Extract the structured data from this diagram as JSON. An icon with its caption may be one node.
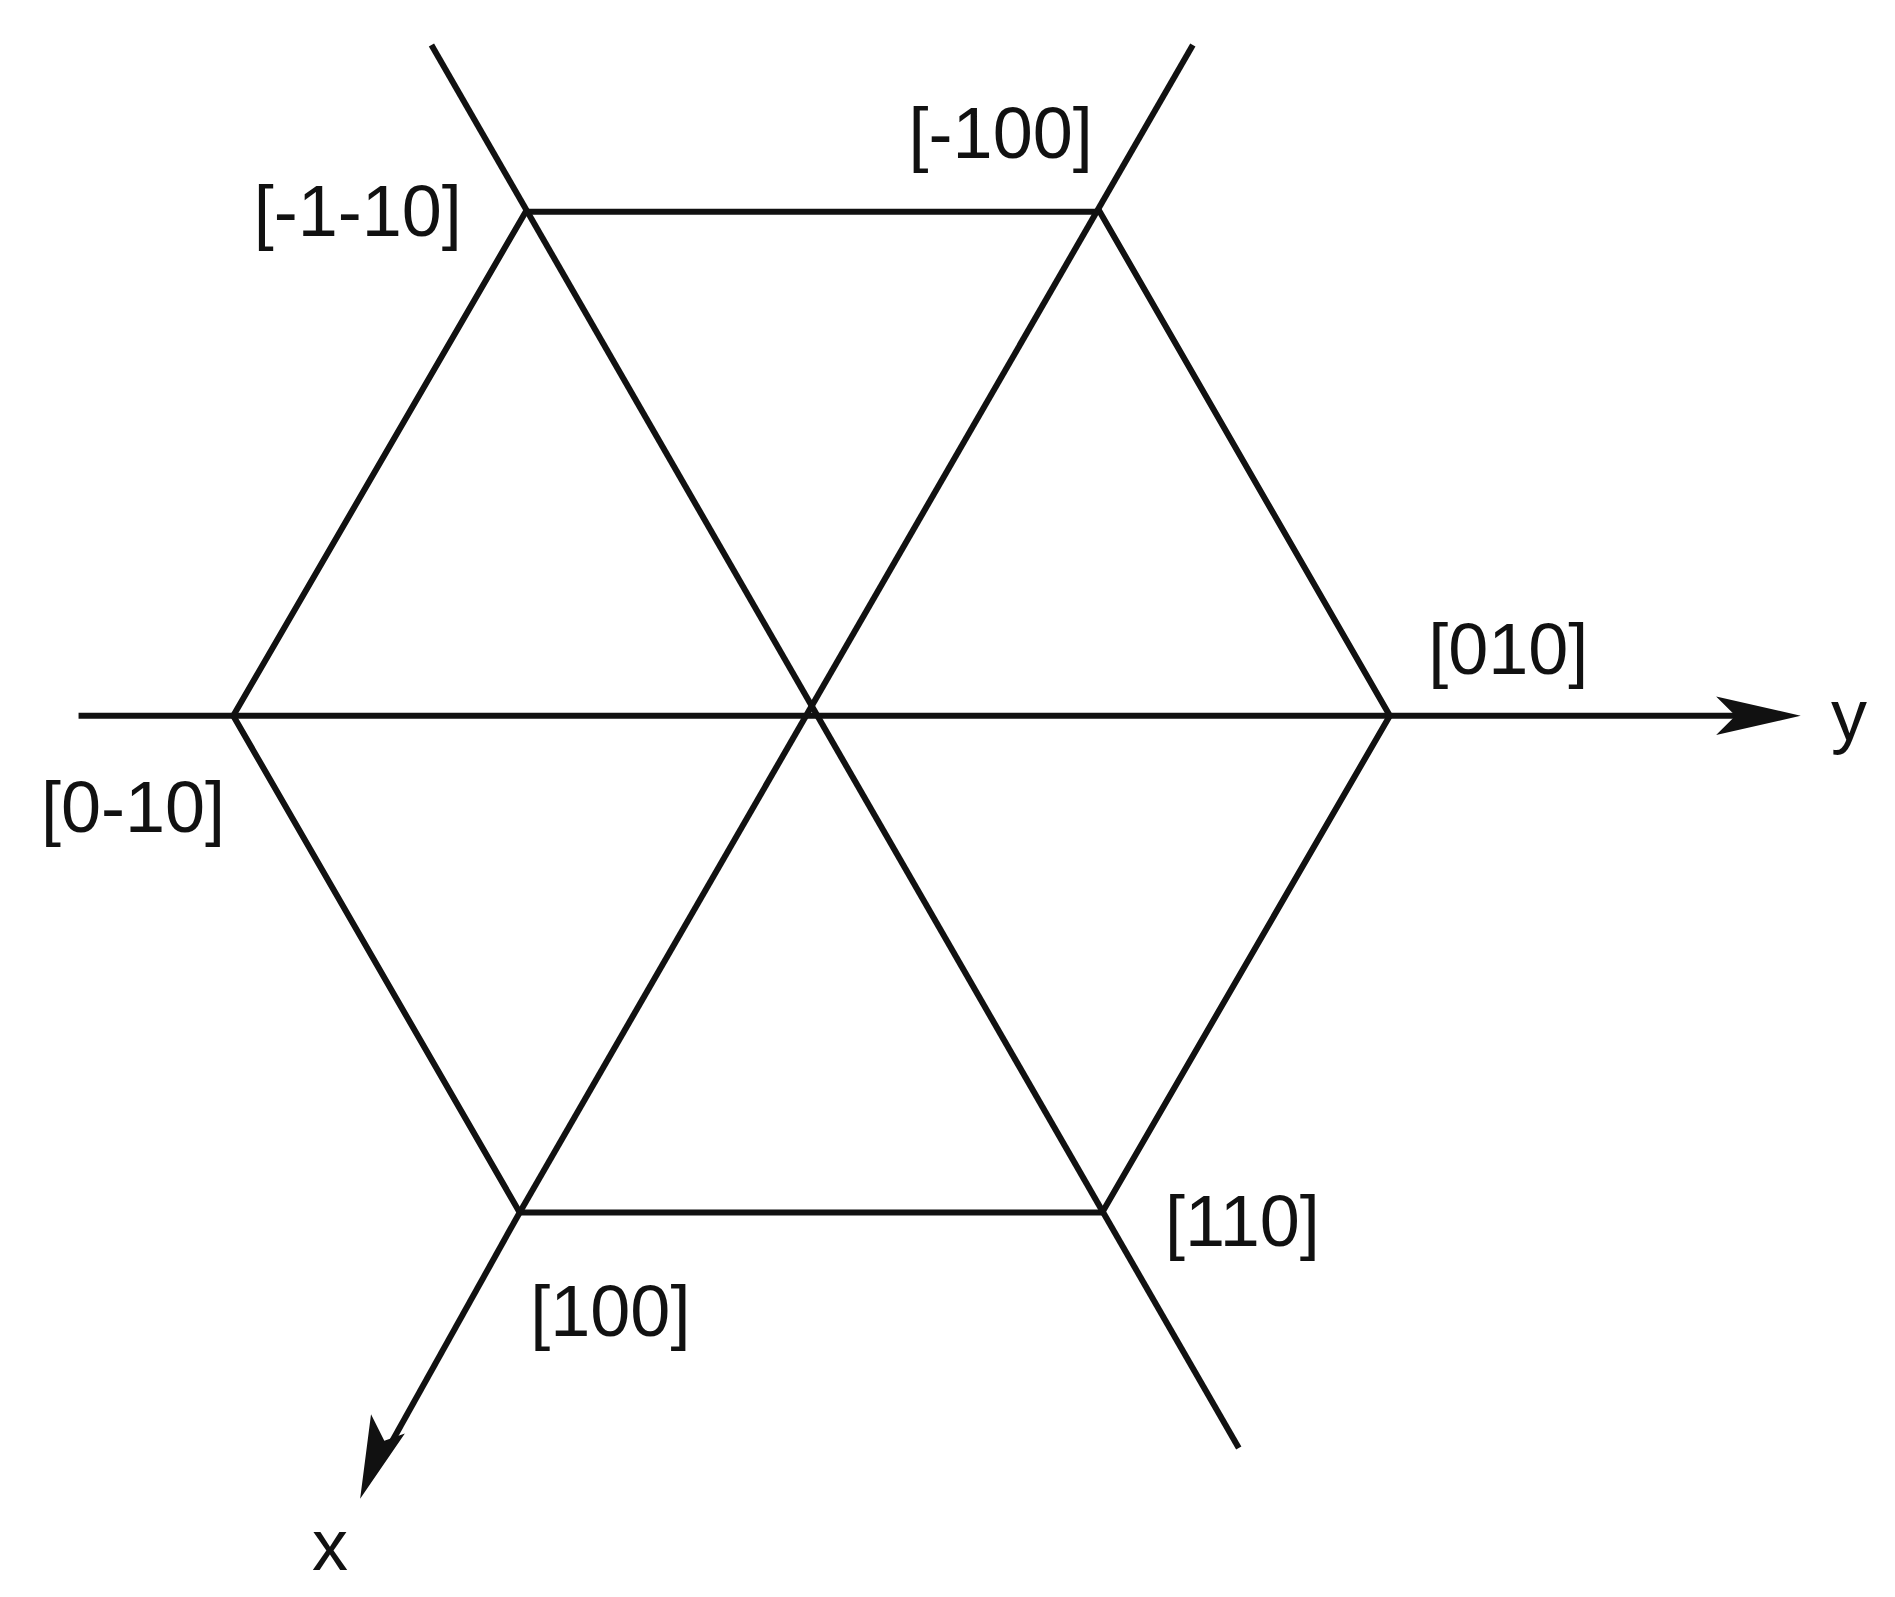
{
  "diagram": {
    "labels": [
      "[-100]",
      "[-1-10]",
      "[010]",
      "y",
      "[0-10]",
      "[110]",
      "[100]",
      "x"
    ]
  }
}
